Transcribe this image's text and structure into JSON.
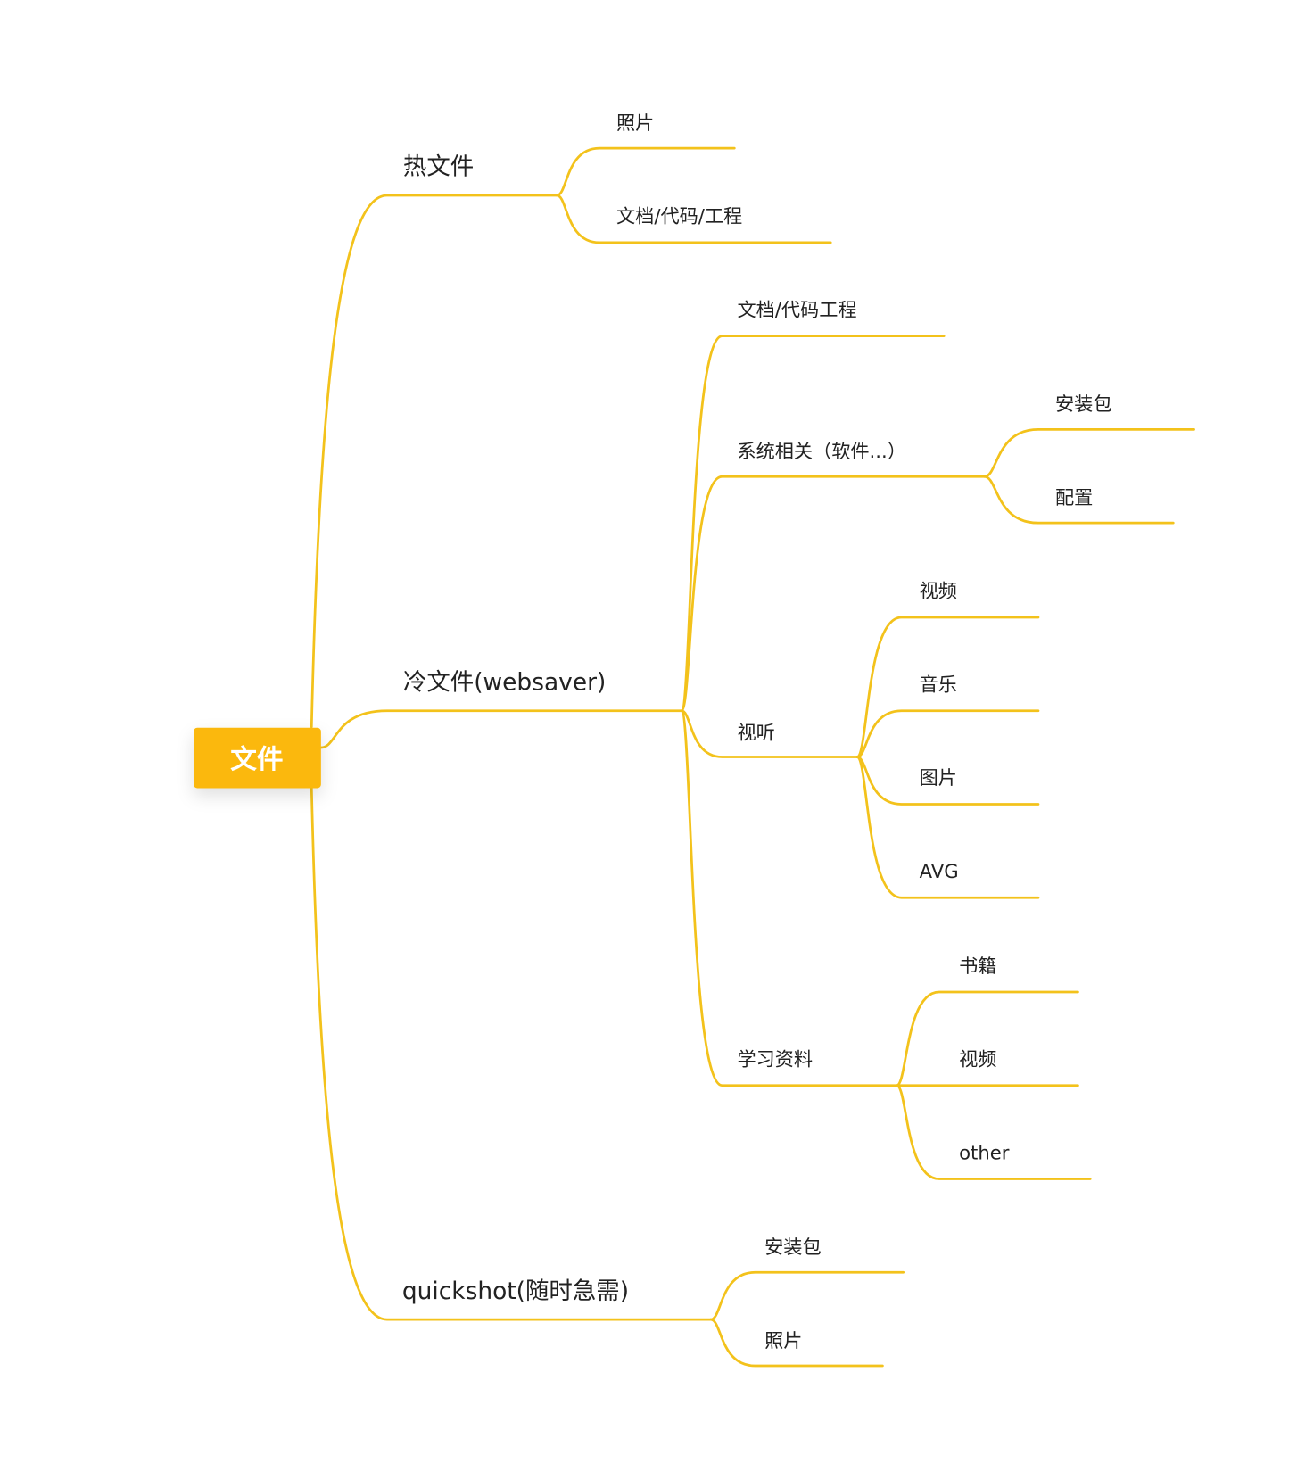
{
  "root": {
    "label": "文件",
    "color": "#fbb80a"
  },
  "line_color": "#f3c21b",
  "branches": [
    {
      "label": "热文件",
      "children": [
        {
          "label": "照片"
        },
        {
          "label": "文档/代码/工程"
        }
      ]
    },
    {
      "label": "冷文件(websaver)",
      "children": [
        {
          "label": "文档/代码工程"
        },
        {
          "label": "系统相关（软件...）",
          "children": [
            {
              "label": "安装包"
            },
            {
              "label": "配置"
            }
          ]
        },
        {
          "label": "视听",
          "children": [
            {
              "label": "视频"
            },
            {
              "label": "音乐"
            },
            {
              "label": "图片"
            },
            {
              "label": "AVG"
            }
          ]
        },
        {
          "label": "学习资料",
          "children": [
            {
              "label": "书籍"
            },
            {
              "label": "视频"
            },
            {
              "label": "other"
            }
          ]
        }
      ]
    },
    {
      "label": "quickshot(随时急需)",
      "children": [
        {
          "label": "安装包"
        },
        {
          "label": "照片"
        }
      ]
    }
  ]
}
